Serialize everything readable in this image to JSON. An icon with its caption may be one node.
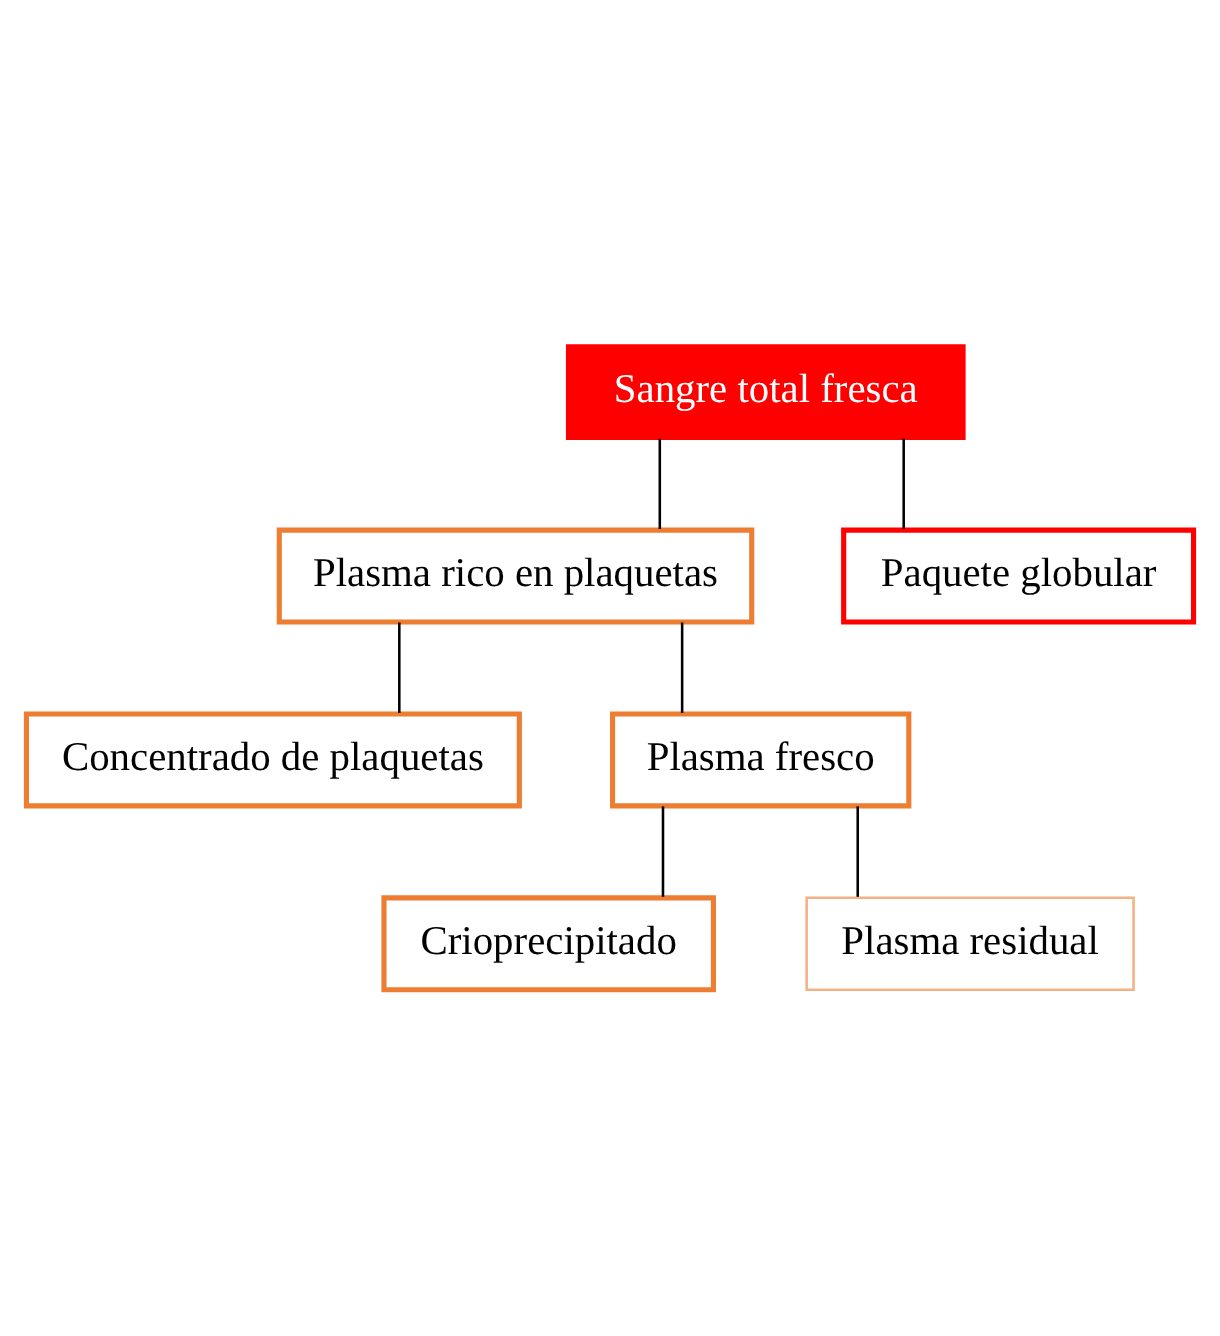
{
  "diagram": {
    "nodes": [
      {
        "text": [
          "Sangre total fresca"
        ]
      },
      {
        "text": [
          "Plasma rico en plaquetas"
        ]
      },
      {
        "text": [
          "Paquete globular"
        ]
      },
      {
        "text": [
          "Concentrado de plaquetas"
        ]
      },
      {
        "text": [
          "Plasma fresco"
        ]
      },
      {
        "text": [
          "Crioprecipitado"
        ]
      },
      {
        "text": [
          "Plasma residual"
        ]
      }
    ],
    "edges": [
      {
        "from": 0,
        "to": 1,
        "arrow": "none"
      },
      {
        "from": 0,
        "to": 2,
        "arrow": "none"
      },
      {
        "from": 1,
        "to": 3,
        "arrow": "none"
      },
      {
        "from": 1,
        "to": 4,
        "arrow": "none"
      },
      {
        "from": 4,
        "to": 5,
        "arrow": "none"
      },
      {
        "from": 4,
        "to": 6,
        "arrow": "none"
      }
    ]
  }
}
